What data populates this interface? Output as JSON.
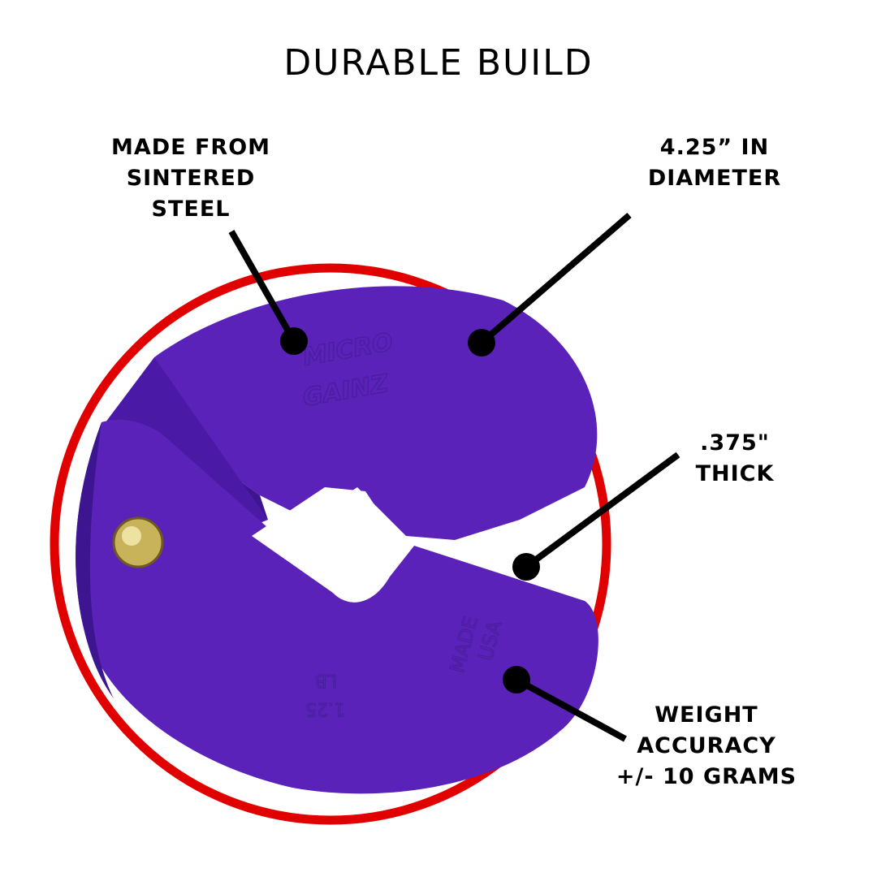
{
  "title": "DURABLE BUILD",
  "callouts": {
    "material": "MADE FROM\nSINTERED\nSTEEL",
    "diameter": "4.25” IN\nDIAMETER",
    "thickness": ".375\"\nTHICK",
    "accuracy": "WEIGHT\nACCURACY\n+/- 10 GRAMS"
  },
  "product": {
    "embossed_brand_line1": "MICRO",
    "embossed_brand_line2": "GAINZ",
    "embossed_origin_line1": "MADE",
    "embossed_origin_line2": "USA",
    "embossed_weight_line1": "1.25",
    "embossed_weight_line2": "LB"
  },
  "colors": {
    "ring": "#e00000",
    "plate": "#5a22b8",
    "plate_dark": "#3e1590",
    "rivet": "#c9b35a",
    "line": "#000000"
  }
}
